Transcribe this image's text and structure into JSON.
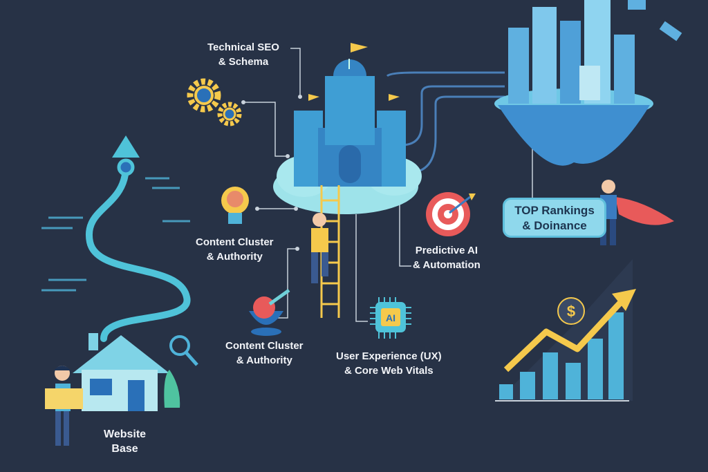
{
  "labels": {
    "technical_seo": [
      "Technical SEO",
      "& Schema"
    ],
    "content_cluster_top": [
      "Content Cluster",
      "& Authority"
    ],
    "content_cluster_bottom": [
      "Content Cluster",
      "& Authority"
    ],
    "predictive_ai": [
      "Predictive AI",
      "& Automation"
    ],
    "ux": [
      "User Experience (UX)",
      "& Core Web Vitals"
    ],
    "website_base": [
      "Website",
      "Base"
    ],
    "top_rankings": [
      "TOP Rankings",
      "& Doinance"
    ]
  },
  "chip_text": "AI",
  "dollar_sign": "$",
  "colors": {
    "background": "#273246",
    "accent_blue": "#4fb3d9",
    "accent_yellow": "#f5c94c",
    "accent_red": "#e85a5a"
  }
}
